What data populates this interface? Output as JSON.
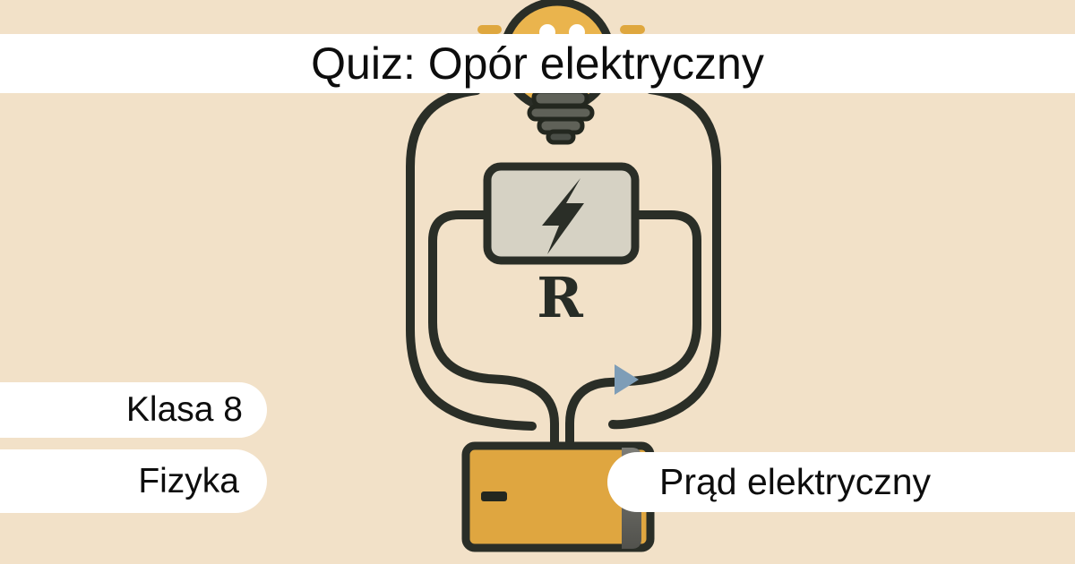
{
  "banner": {
    "title": "Quiz: Opór elektryczny"
  },
  "badges": {
    "grade": "Klasa 8",
    "subject": "Fizyka",
    "topic": "Prąd elektryczny"
  },
  "diagram": {
    "resistor_label": "R",
    "battery_minus_symbol": "−",
    "icons": [
      "light-bulb-icon",
      "bulb-base-icon",
      "bulb-ray-dashes",
      "circuit-wires",
      "resistor-icon",
      "lightning-bolt-icon",
      "current-arrow-icon",
      "battery-icon",
      "battery-minus-icon"
    ]
  },
  "colors": {
    "background": "#f2e1c8",
    "surface_white": "#ffffff",
    "text": "#0d0d0d",
    "wire_dark": "#2a2e27",
    "bulb_yellow": "#eab44d",
    "battery_gold": "#dfa640",
    "ray_gold": "#dfa73e",
    "resistor_gray": "#d6d2c4",
    "arrow_blue": "#7e9db7",
    "battery_cap_gray": "#6b6b64"
  }
}
